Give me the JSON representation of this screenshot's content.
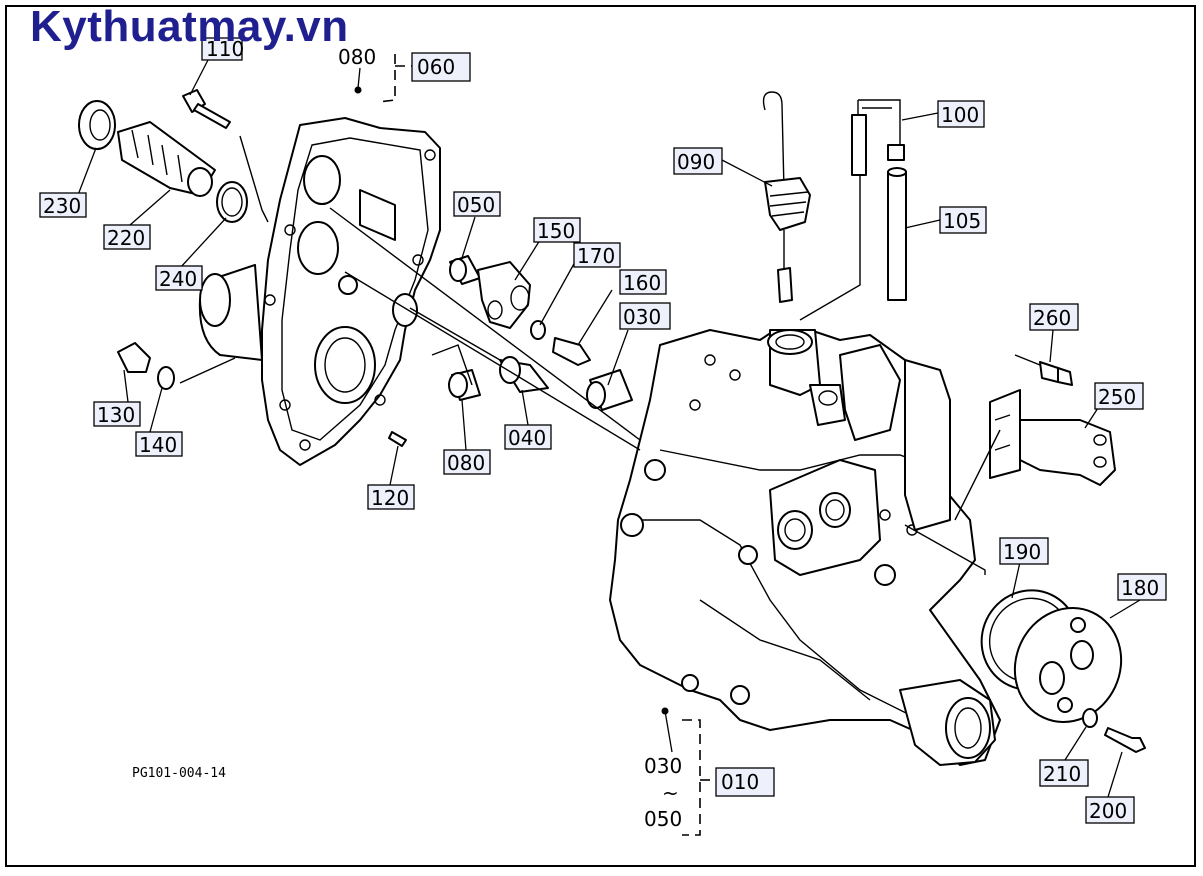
{
  "watermark": "Kythuatmay.vn",
  "figure_code": "PG101-004-14",
  "labels": {
    "l110": "110",
    "l080a": "080",
    "l060": "060",
    "l230": "230",
    "l220": "220",
    "l240": "240",
    "l130": "130",
    "l140": "140",
    "l120": "120",
    "l050": "050",
    "l150": "150",
    "l170": "170",
    "l160": "160",
    "l030": "030",
    "l040": "040",
    "l080b": "080",
    "l090": "090",
    "l100": "100",
    "l105": "105",
    "l260": "260",
    "l250": "250",
    "l190": "190",
    "l180": "180",
    "l210": "210",
    "l200": "200",
    "l010": "010",
    "l030b": "030",
    "l050b": "050",
    "tilde": "~"
  }
}
